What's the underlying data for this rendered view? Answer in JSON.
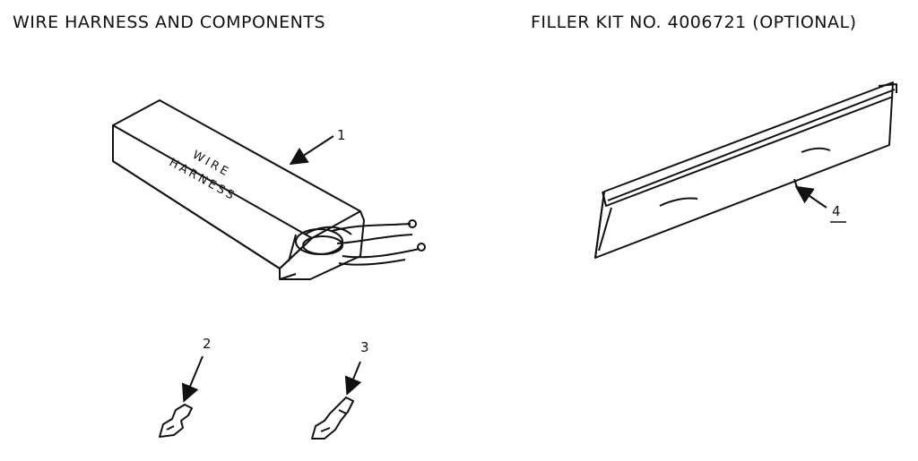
{
  "headings": {
    "left": "WIRE HARNESS AND COMPONENTS",
    "right": "FILLER KIT NO. 4006721 (OPTIONAL)"
  },
  "box_label": {
    "line1": "WIRE",
    "line2": "HARNESS"
  },
  "callouts": {
    "c1": "1",
    "c2": "2",
    "c3": "3",
    "c4": "4"
  }
}
